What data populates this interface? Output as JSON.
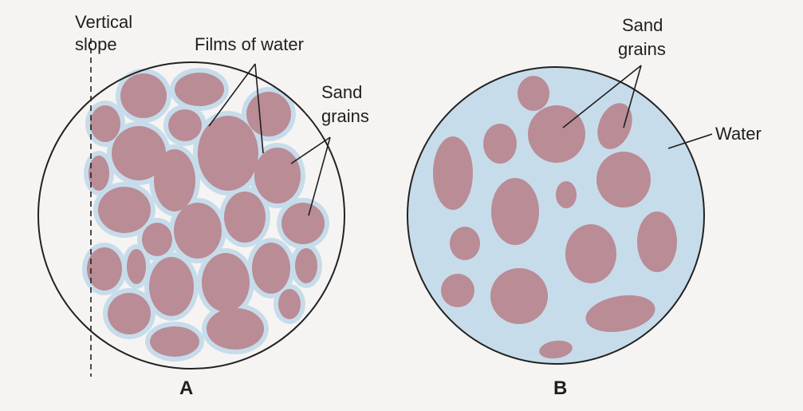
{
  "figure": {
    "panel_a": {
      "letter": "A",
      "label_vertical_line1": "Vertical",
      "label_vertical_line2": "slope",
      "label_films": "Films of water",
      "label_sand_line1": "Sand",
      "label_sand_line2": "grains"
    },
    "panel_b": {
      "letter": "B",
      "label_sand_line1": "Sand",
      "label_sand_line2": "grains",
      "label_water": "Water"
    }
  },
  "colors": {
    "background": "#f6f4f2",
    "grain": "#b98c96",
    "water": "#c7dcea",
    "outline": "#222222"
  }
}
